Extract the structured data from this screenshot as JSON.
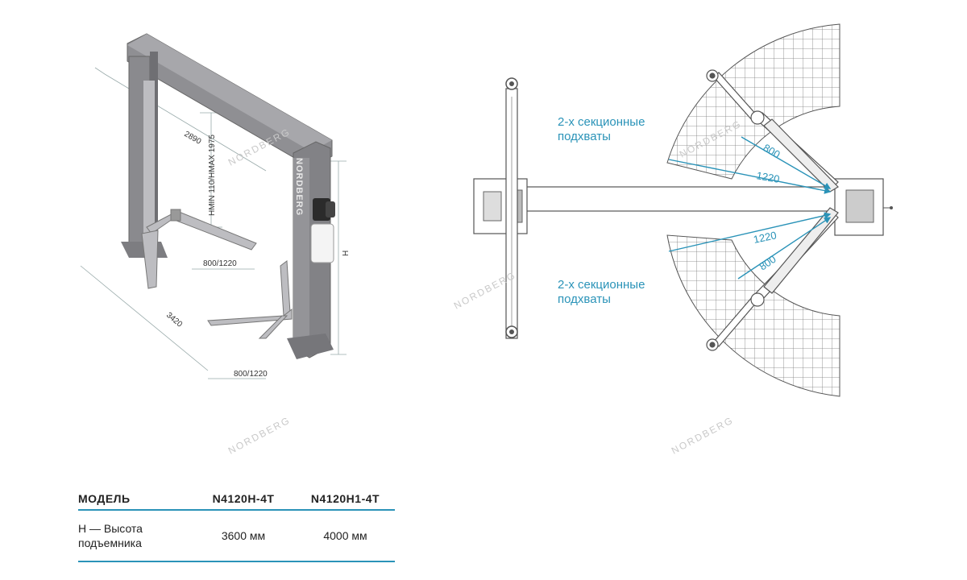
{
  "brand": "NORDBERG",
  "watermark": "NORDBERG",
  "colors": {
    "accent": "#2a93b8",
    "column": "#8c8c90",
    "arm": "#a9a9ad",
    "line": "#555555"
  },
  "lift_dimensions": {
    "width": "2890",
    "height_range": "HMIN 110/HMAX 1975",
    "arm_reach_top": "800/1220",
    "depth": "3420",
    "arm_reach_bottom": "800/1220",
    "column_height": "H"
  },
  "plan_view": {
    "label_top": [
      "2-х секционные",
      "подхваты"
    ],
    "label_bottom": [
      "2-х секционные",
      "подхваты"
    ],
    "dim_top_short": "800",
    "dim_top_long": "1220",
    "dim_bottom_long": "1220",
    "dim_bottom_short": "800"
  },
  "table": {
    "headers": [
      "МОДЕЛЬ",
      "N4120H-4T",
      "N4120H1-4T"
    ],
    "rows": [
      {
        "label": [
          "H — Высота",
          "подъемника"
        ],
        "values": [
          "3600 мм",
          "4000 мм"
        ]
      }
    ]
  }
}
